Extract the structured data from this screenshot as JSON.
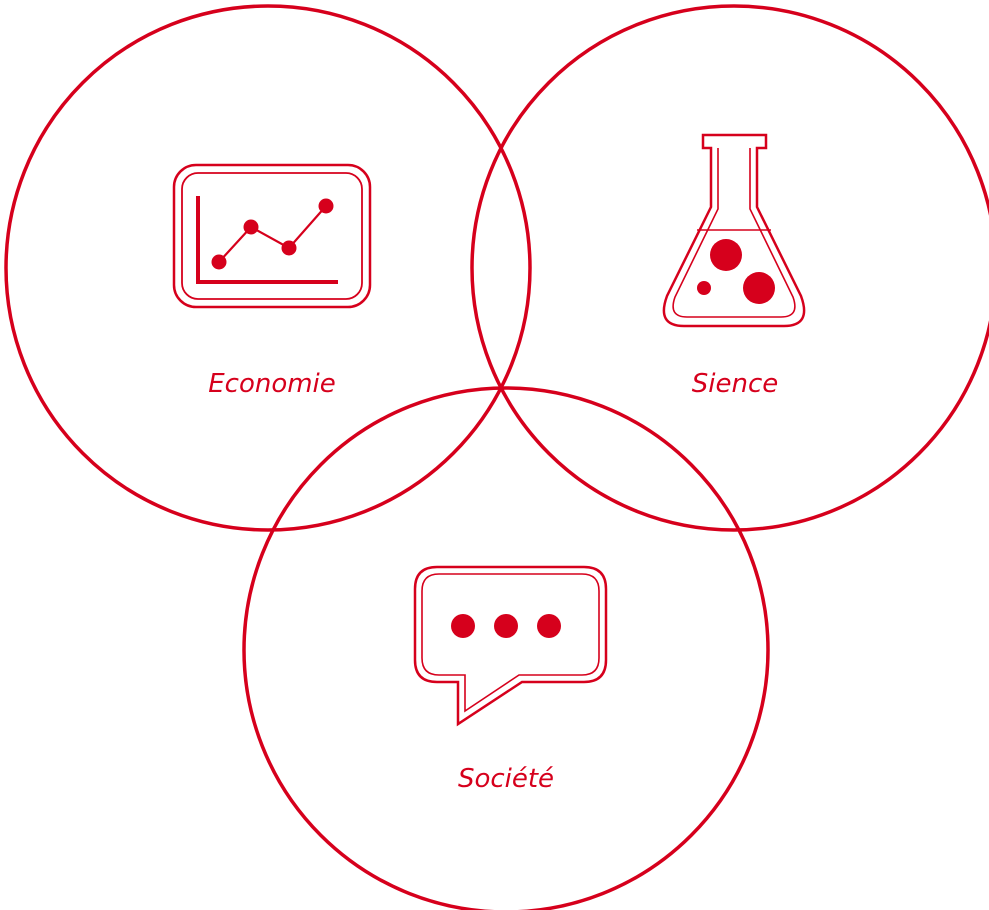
{
  "colors": {
    "accent": "#d6001c",
    "background": "#ffffff"
  },
  "circles": [
    {
      "label": "Economie",
      "icon": "line-chart-icon"
    },
    {
      "label": "Sience",
      "icon": "flask-icon"
    },
    {
      "label": "Société",
      "icon": "speech-bubble-icon"
    }
  ]
}
